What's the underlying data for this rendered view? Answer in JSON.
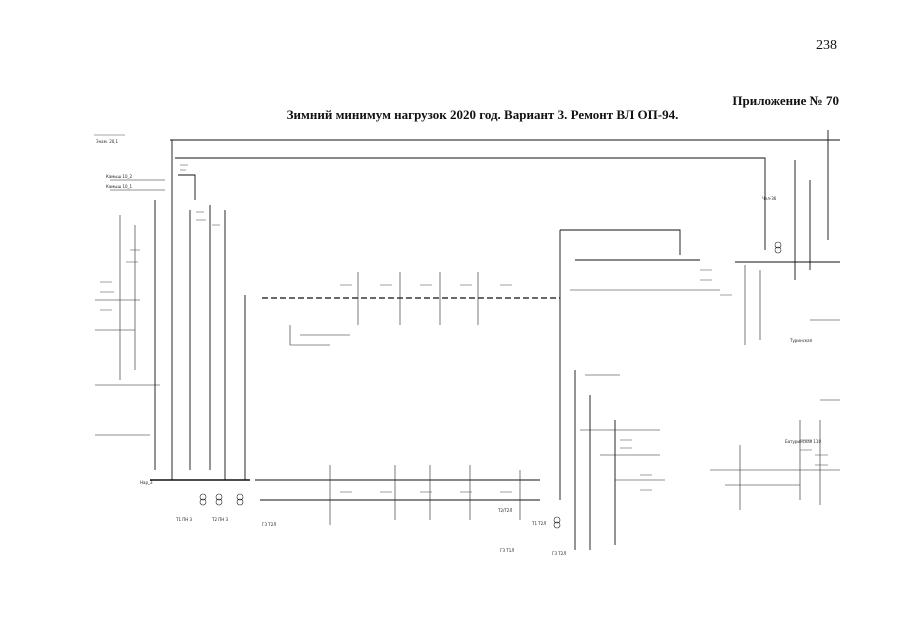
{
  "page": {
    "number": "238",
    "appendix": "Приложение № 70",
    "title": "Зимний минимум нагрузок 2020 год. Вариант 3. Ремонт ВЛ ОП-94."
  },
  "scheme_labels": {
    "top_left": "Знам. 20,1",
    "bus_a": "Камыш 10_2",
    "bus_b": "Камыш 10_1",
    "node_left": "Нар_3",
    "t_left_1": "Т1 ПН 3",
    "t_left_2": "Т2 ПН 3",
    "t_bottom_1": "ГЗ Т2Л",
    "t_bottom_2": "ГЗ Т1Л",
    "t_center": "Т2/Т2Л",
    "t_right_1": "ГЗ Т2Л",
    "t_right_2": "Т1 Т2Л",
    "right_top": "Чел-36",
    "right_mid": "Туринская",
    "right_low": "Батуринская 110"
  }
}
